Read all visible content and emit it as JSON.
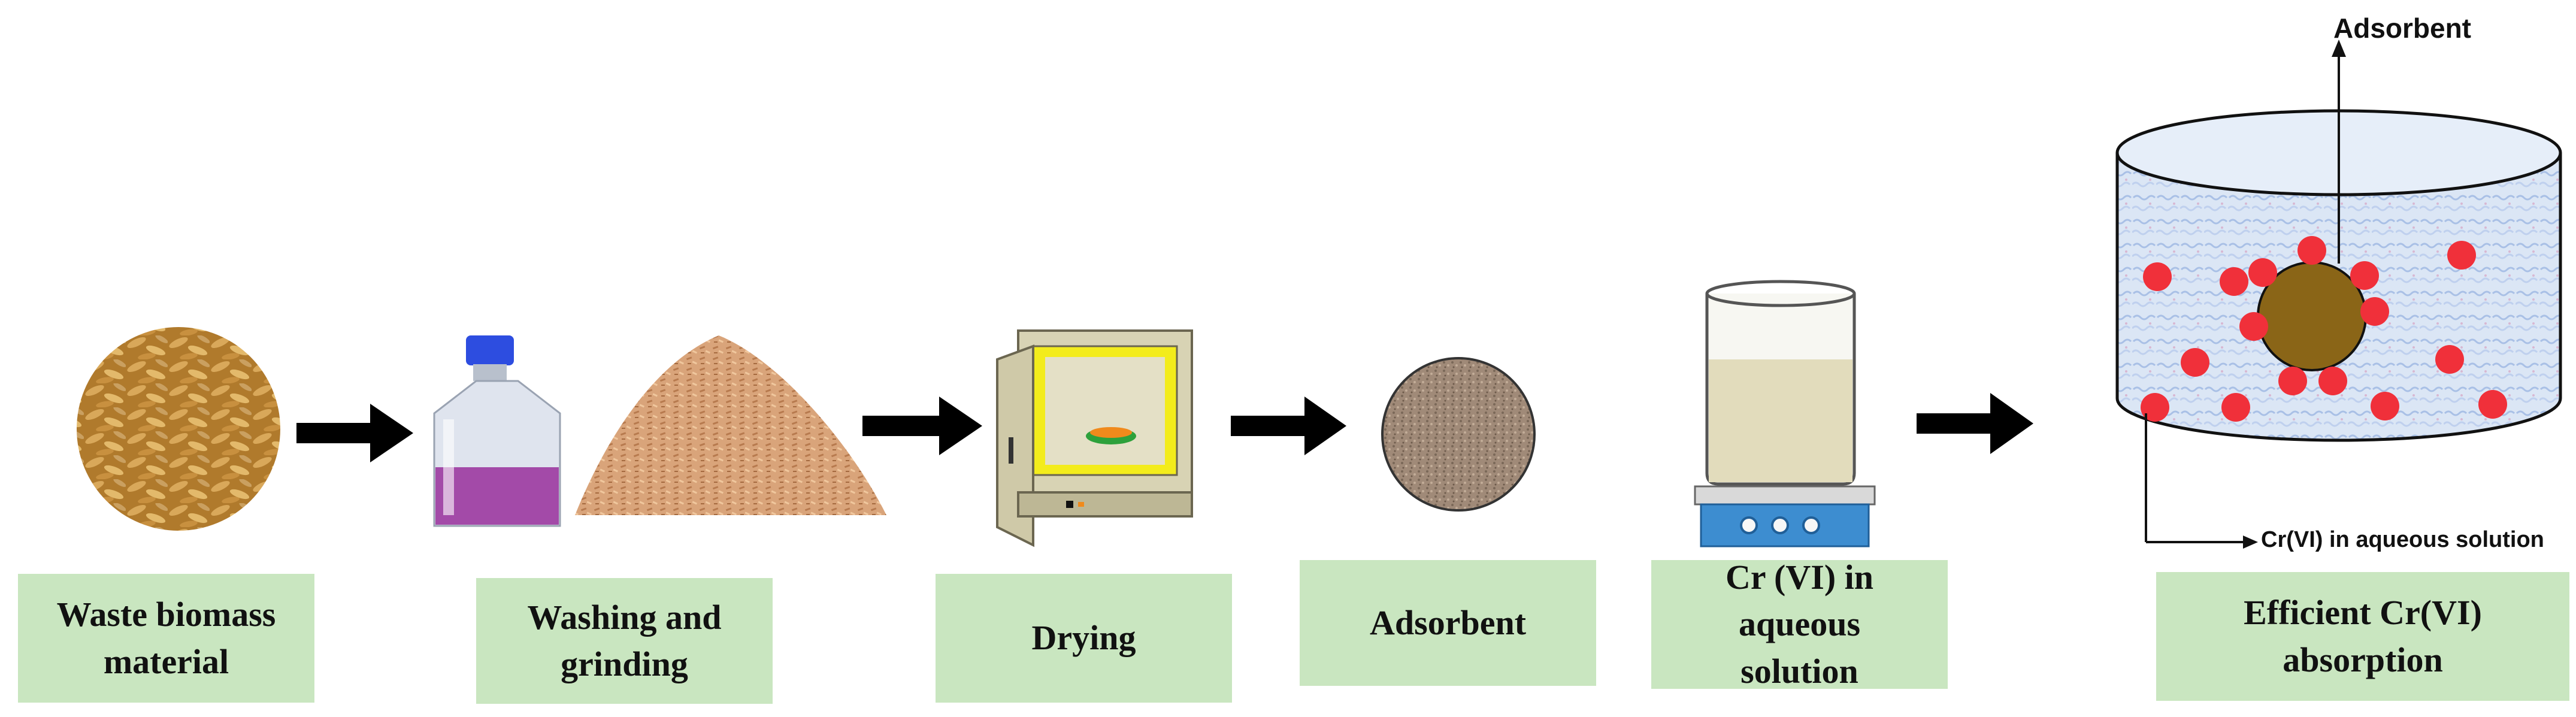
{
  "steps": [
    {
      "label": "Waste biomass material",
      "line1": "Waste biomass",
      "line2": "material"
    },
    {
      "label": "Washing and grinding",
      "line1": "Washing and",
      "line2": "grinding"
    },
    {
      "label": "Drying"
    },
    {
      "label": "Adsorbent"
    },
    {
      "label": "Cr (VI) in aqueous solution",
      "line1": "Cr (VI) in aqueous",
      "line2": "solution"
    },
    {
      "label": "Efficient Cr(VI) absorption",
      "line1": "Efficient Cr(VI)",
      "line2": "absorption"
    }
  ],
  "annotations": {
    "top": "Adsorbent",
    "bottom": "Cr(VI) in aqueous solution"
  },
  "colors": {
    "label_bg": "#c9e6c0",
    "arrow": "#000000",
    "ion": "#f0303a",
    "adsorbent_particle": "#8a6517",
    "purple_liquid": "#a34aa8",
    "bottle_cap": "#2d4de0",
    "oven_body": "#d8d3b4",
    "oven_inner": "#f3ec1c",
    "beaker_liquid": "#e2dcbc",
    "stirrer_plate": "#3d8dd0"
  },
  "icons": [
    "rice-husk-icon",
    "bottle-icon",
    "sawdust-pile-icon",
    "oven-icon",
    "adsorbent-disc-icon",
    "beaker-on-stirrer-icon",
    "adsorption-cylinder-icon"
  ]
}
